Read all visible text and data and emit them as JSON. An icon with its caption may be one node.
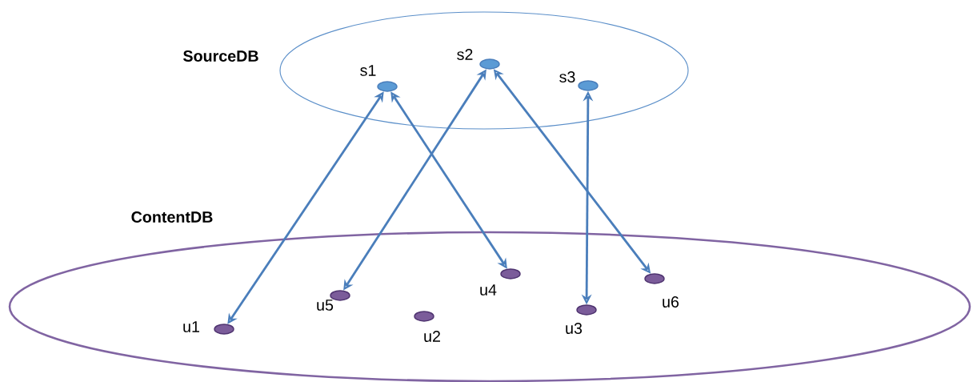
{
  "diagram": {
    "nodes": [
      {
        "text": [
          "SourceDB"
        ]
      },
      {
        "text": [],
        "shape": "circle",
        "beside": [
          "s1"
        ],
        "in": 0
      },
      {
        "text": [],
        "shape": "circle",
        "beside": [
          "s2"
        ],
        "in": 0
      },
      {
        "text": [],
        "shape": "circle",
        "beside": [
          "s3"
        ],
        "in": 0
      },
      {
        "text": [
          "ContentDB"
        ]
      },
      {
        "text": [],
        "shape": "circle",
        "beside": [
          "u1"
        ],
        "in": 4
      },
      {
        "text": [],
        "shape": "circle",
        "beside": [
          "u5"
        ],
        "in": 4
      },
      {
        "text": [],
        "shape": "circle",
        "beside": [
          "u2"
        ],
        "in": 4
      },
      {
        "text": [],
        "shape": "circle",
        "beside": [
          "u4"
        ],
        "in": 4
      },
      {
        "text": [],
        "shape": "circle",
        "beside": [
          "u3"
        ],
        "in": 4
      },
      {
        "text": [],
        "shape": "circle",
        "beside": [
          "u6"
        ],
        "in": 4
      }
    ],
    "edges": [
      {
        "from": 1,
        "to": 5,
        "arrow": "both"
      },
      {
        "from": 1,
        "to": 8,
        "arrow": "both"
      },
      {
        "from": 2,
        "to": 6,
        "arrow": "both"
      },
      {
        "from": 2,
        "to": 10,
        "arrow": "both"
      },
      {
        "from": 3,
        "to": 9,
        "arrow": "both"
      }
    ]
  }
}
